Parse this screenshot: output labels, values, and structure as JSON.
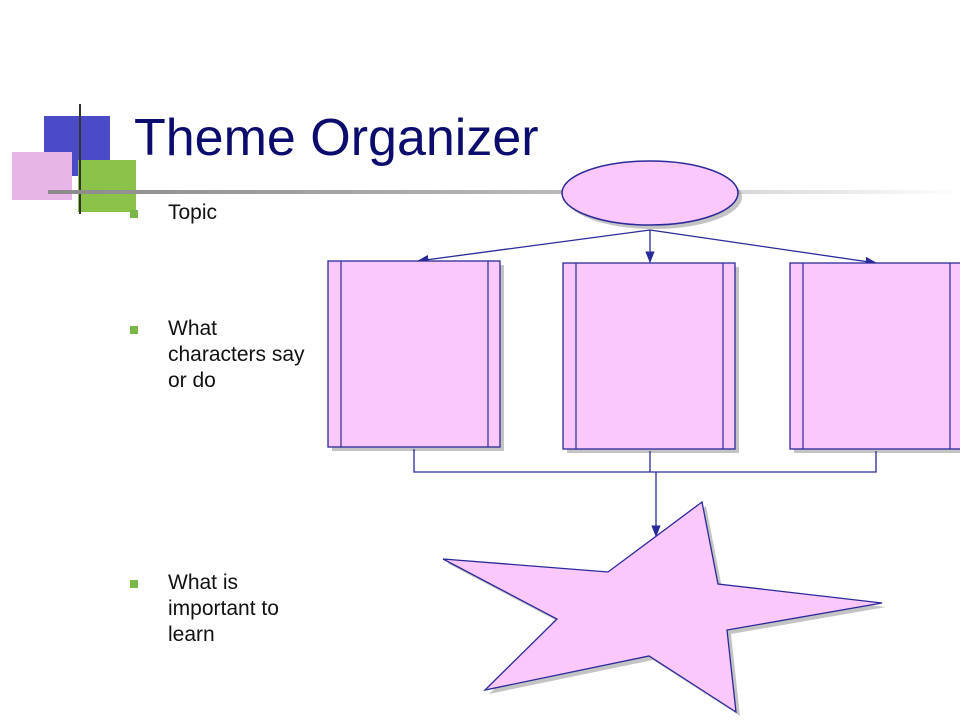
{
  "slide": {
    "title": "Theme Organizer",
    "bullets": [
      {
        "text": "Topic"
      },
      {
        "text": "What characters say or do"
      },
      {
        "text": "What is important to learn"
      }
    ]
  },
  "colors": {
    "title": "#0c0c6e",
    "bullet_marker": "#7ab648",
    "shape_fill": "#fbc8fb",
    "shape_stroke": "#2a2a9a",
    "connector": "#2a2a9a",
    "deco_blue": "#4b4bc8",
    "deco_green": "#8bc34a",
    "deco_pink": "#e7b6e6"
  }
}
